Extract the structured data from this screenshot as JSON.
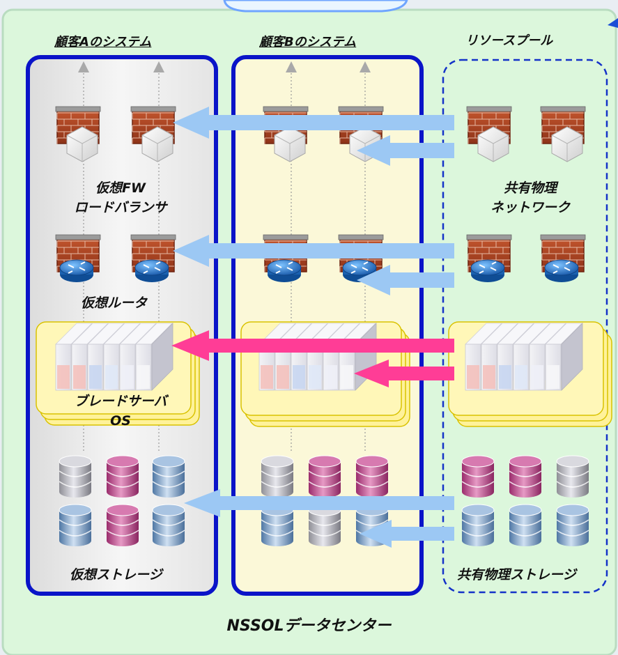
{
  "labels": {
    "customer_a": "顧客Aのシステム",
    "customer_b": "顧客Bのシステム",
    "resource_pool": "リソースプール",
    "virtual_fw_1": "仮想FW",
    "virtual_fw_2": "ロードバランサ",
    "shared_network_1": "共有物理",
    "shared_network_2": "ネットワーク",
    "virtual_router": "仮想ルータ",
    "blade_1": "ブレードサーバ",
    "blade_2": "OS",
    "virtual_storage": "仮想ストレージ",
    "shared_storage": "共有物理ストレージ",
    "datacenter": "NSSOLデータセンター"
  },
  "colors": {
    "datacenter_bg": "#dcf7dc",
    "customer_a_bg": "#ededed",
    "customer_b_bg": "#fbf8d8",
    "panel_border": "#0a14c8",
    "pool_border": "#1432c8",
    "blue_arrow": "#9cc8f4",
    "pink_arrow": "#ff3d96",
    "blade_box": "#fff29a",
    "storage_gray": "#c7c7cc",
    "storage_pink": "#c8579a",
    "storage_blue": "#86a9d0"
  },
  "icons": {
    "firewall": "brick-firewall-icon",
    "virtual_appliance": "cube-icon",
    "router": "router-icon",
    "blade_server": "blade-server-icon",
    "storage": "database-icon"
  }
}
